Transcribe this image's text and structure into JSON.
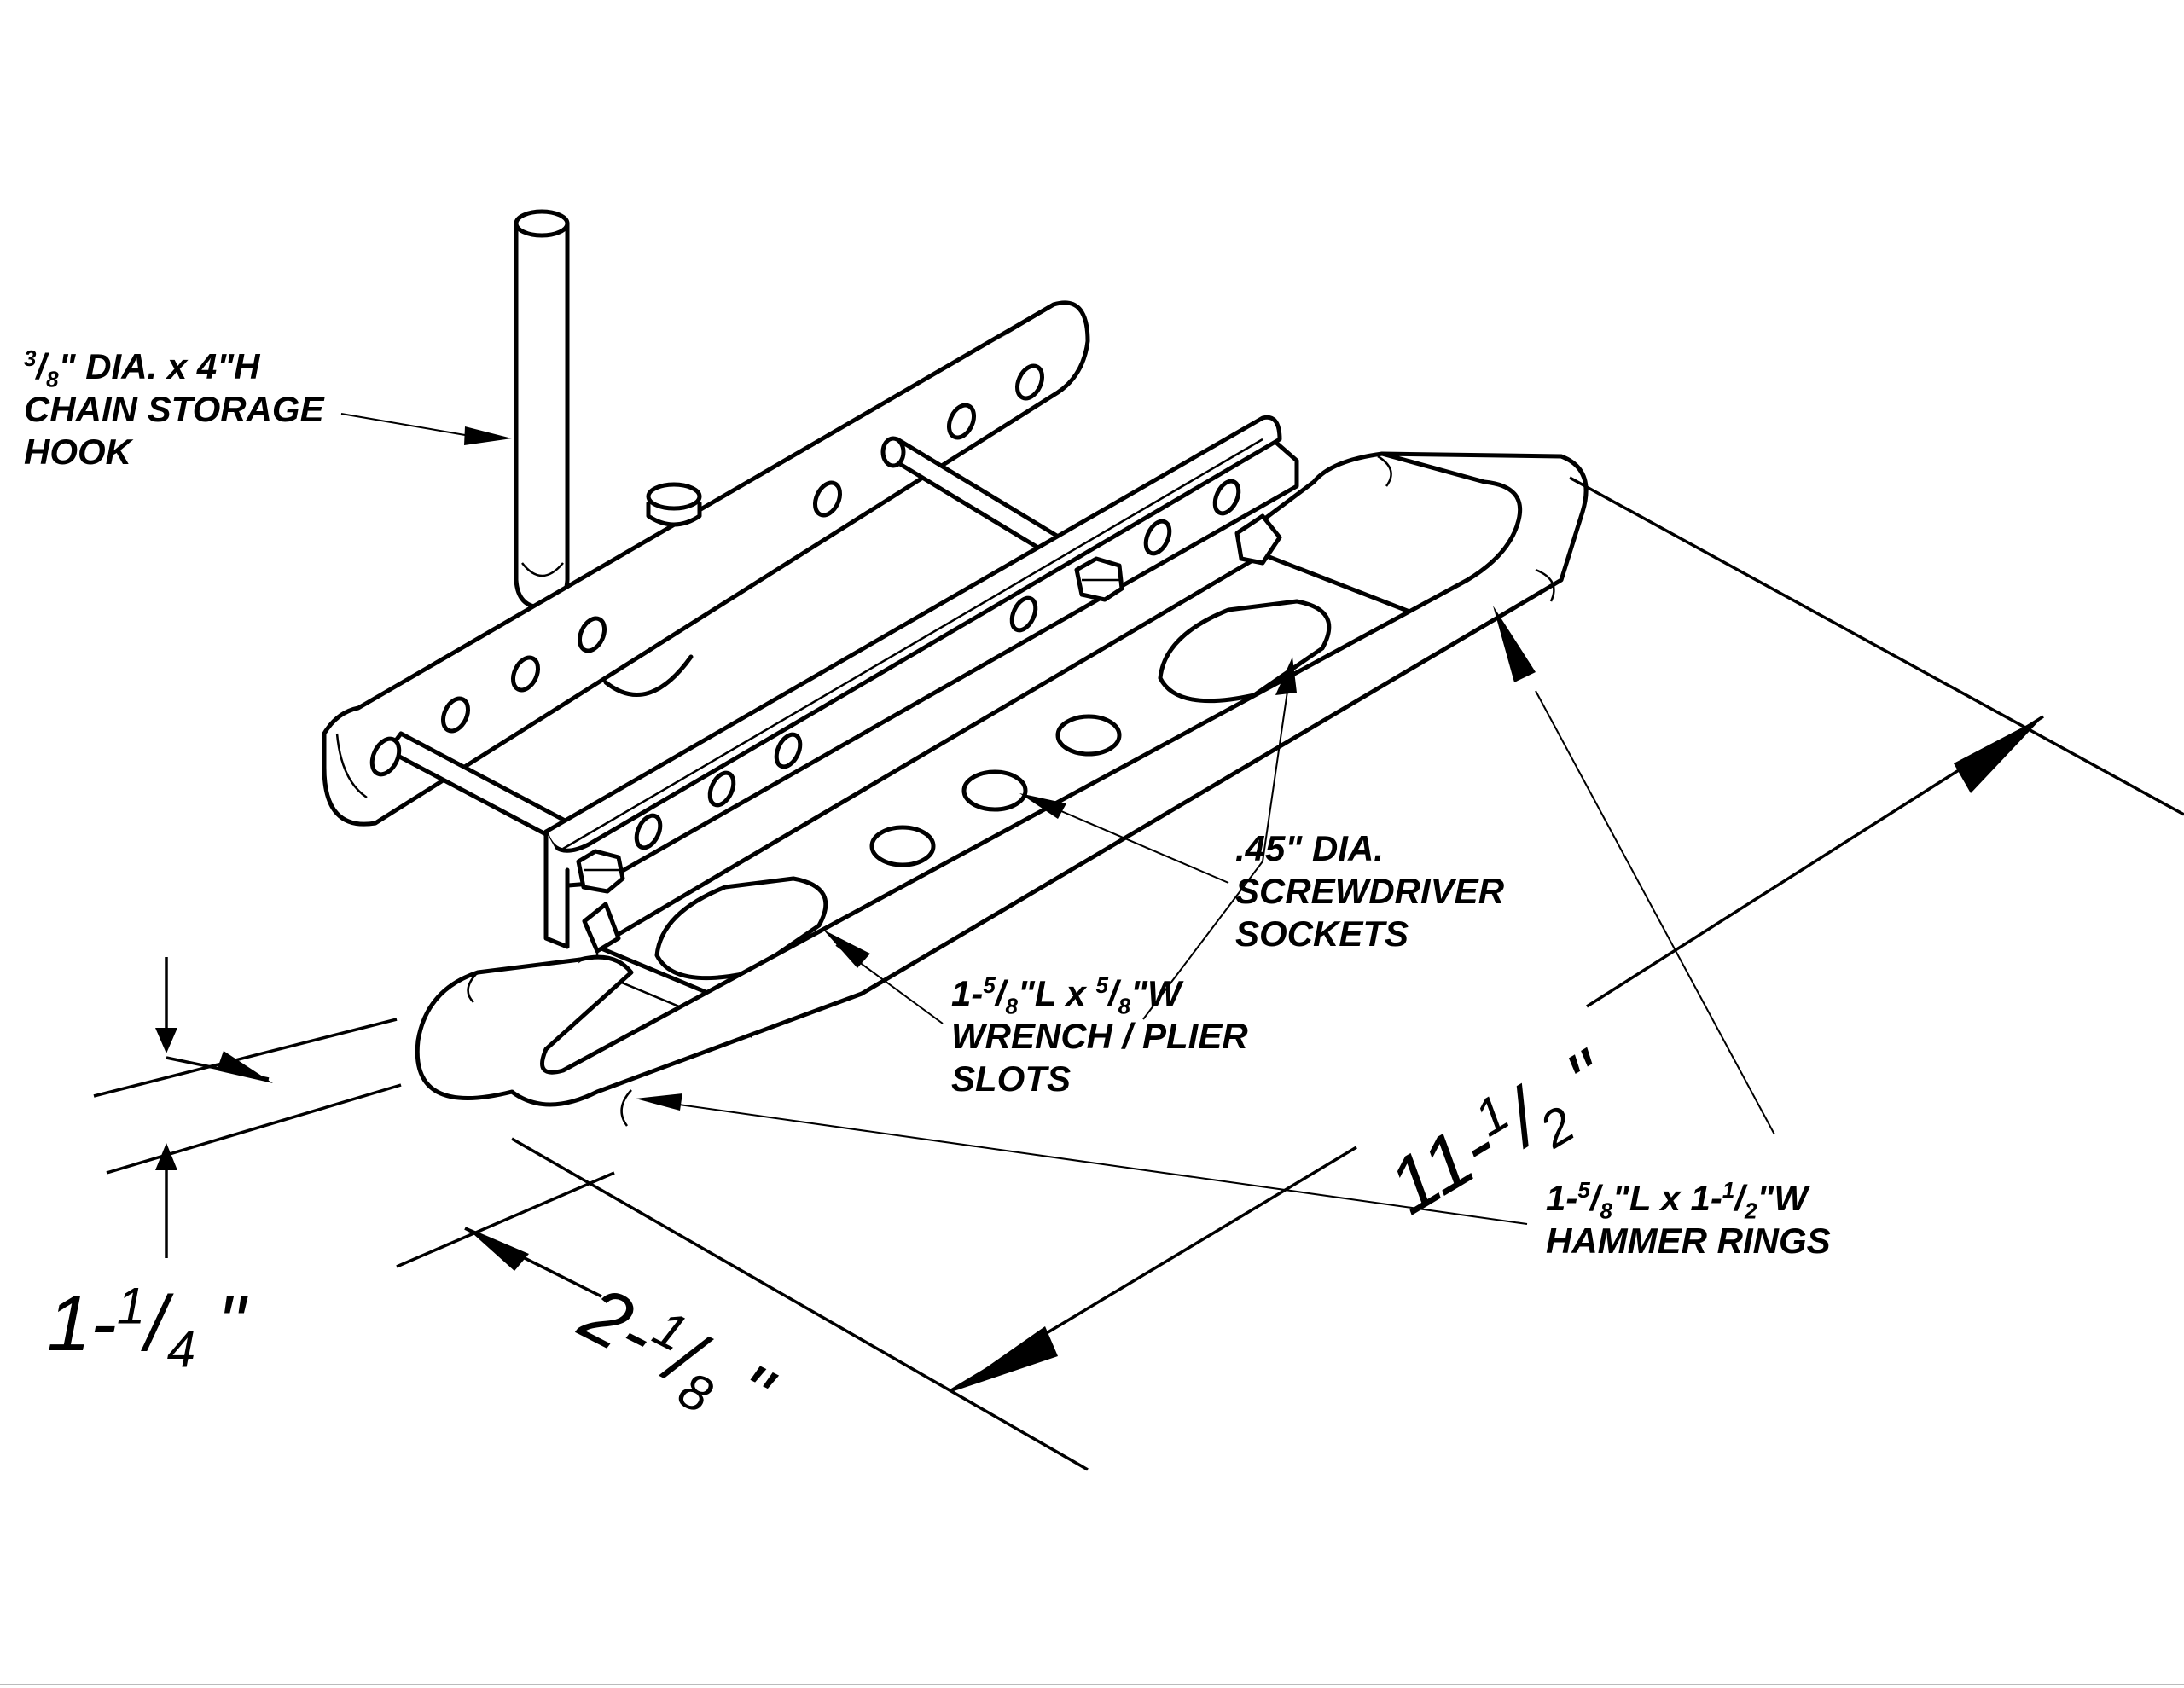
{
  "labels": {
    "chain_hook": {
      "dia_num": "3",
      "dia_den": "8",
      "line1_rest": "\" DIA. x 4\"H",
      "line2": "CHAIN STORAGE",
      "line3": "HOOK"
    },
    "screwdriver": {
      "line1": ".45\" DIA.",
      "line2": "SCREWDRIVER",
      "line3": "SOCKETS"
    },
    "wrench": {
      "pre": "1-",
      "num1": "5",
      "den1": "8",
      "mid": "\"L x ",
      "num2": "5",
      "den2": "8",
      "post": "\"W",
      "line2": "WRENCH / PLIER",
      "line3": "SLOTS"
    },
    "hammer": {
      "pre": "1-",
      "num1": "5",
      "den1": "8",
      "mid": "\"L x 1-",
      "num2": "1",
      "den2": "2",
      "post": "\"W",
      "line2": "HAMMER RINGS"
    }
  },
  "dimensions": {
    "height": {
      "whole": "1-",
      "num": "1",
      "den": "4",
      "unit": " \""
    },
    "width": {
      "whole": "2-",
      "num": "1",
      "den": "8",
      "unit": " \""
    },
    "length": {
      "whole": "11-",
      "num": "1",
      "den": "2",
      "unit": " \""
    }
  }
}
